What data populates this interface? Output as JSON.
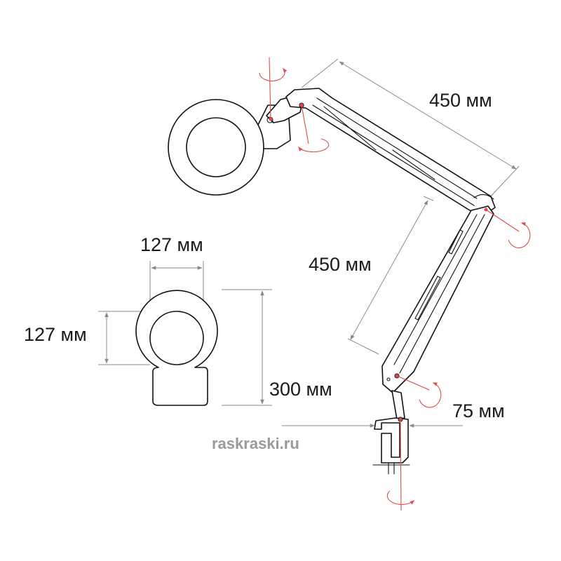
{
  "dimensions": {
    "upper_arm": "450 мм",
    "lower_arm": "450 мм",
    "lens_width": "127 мм",
    "lens_height": "127 мм",
    "head_height": "300 мм",
    "clamp_opening": "75 мм"
  },
  "watermark": "raskraski.ru",
  "colors": {
    "outline": "#111111",
    "dimension_line": "#8a8a8a",
    "rotation_marker": "#e04a4a",
    "watermark": "#9a9a9a",
    "background": "#ffffff"
  }
}
